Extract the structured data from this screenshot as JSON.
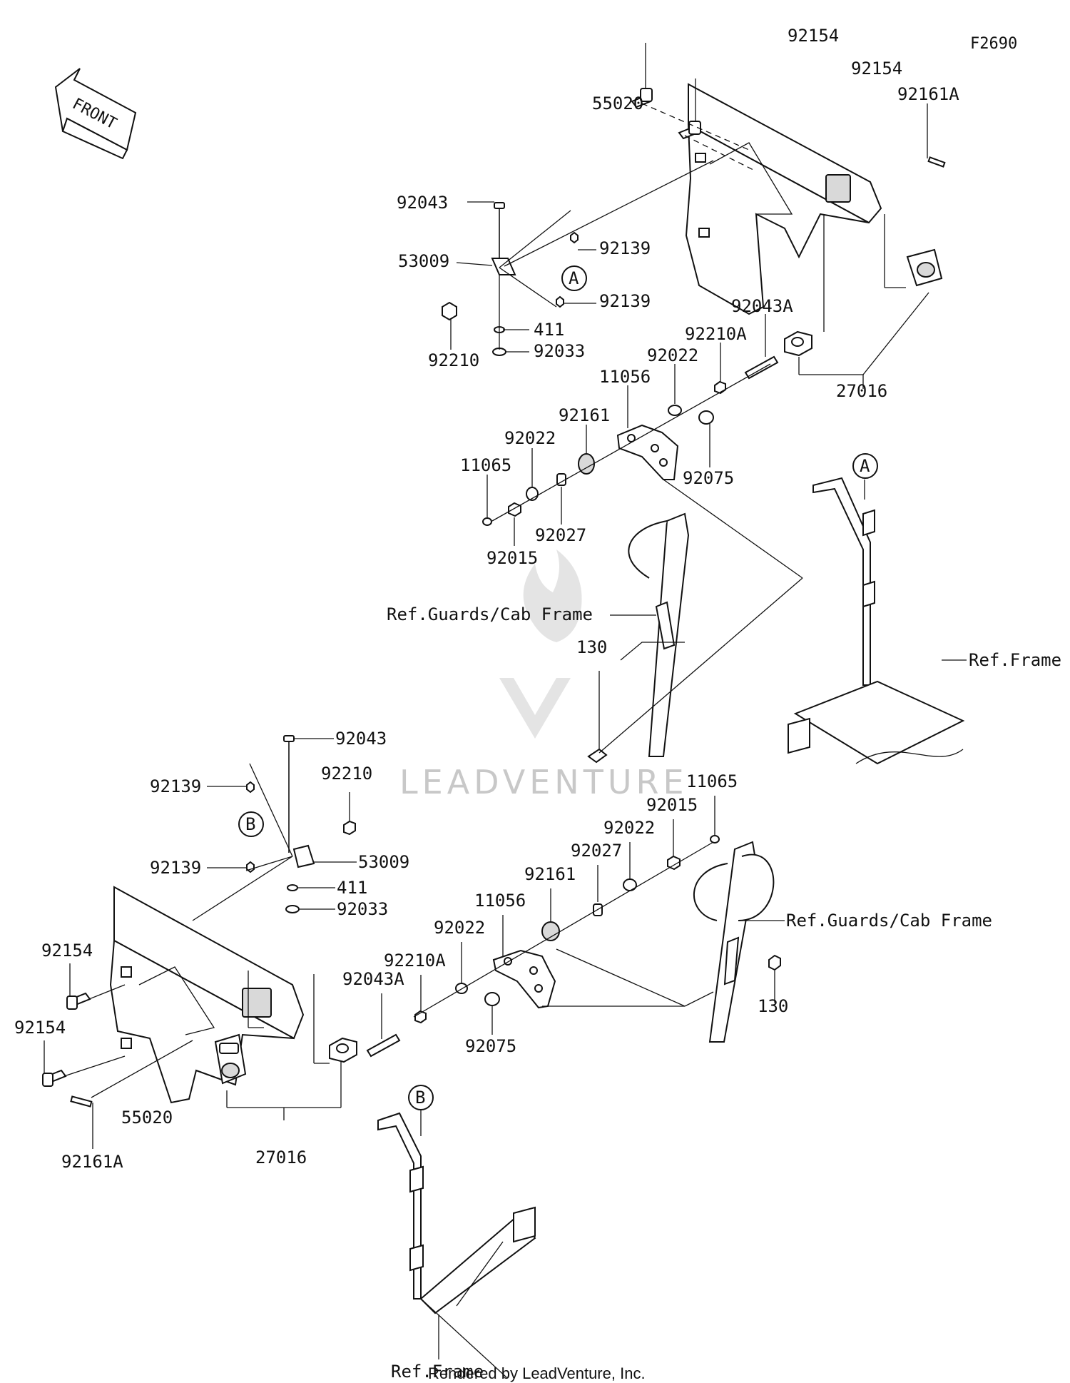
{
  "figure_code": "F2690",
  "front_label": "FRONT",
  "watermark": "LEADVENTURE",
  "credit": "Rendered by LeadVenture, Inc.",
  "refs": {
    "A": "A",
    "B": "B"
  },
  "upper_assembly": {
    "p92154_a": "92154",
    "p92154_b": "92154",
    "p92161A": "92161A",
    "p55020": "55020",
    "p92043": "92043",
    "p53009": "53009",
    "p92139_a": "92139",
    "p92139_b": "92139",
    "p411": "411",
    "p92033": "92033",
    "p92210": "92210",
    "p92043A": "92043A",
    "p92210A": "92210A",
    "p92022_a": "92022",
    "p11056": "11056",
    "p92161": "92161",
    "p92022_b": "92022",
    "p11065": "11065",
    "p92075": "92075",
    "p92027": "92027",
    "p92015": "92015",
    "p27016": "27016",
    "ref_guards": "Ref.Guards/Cab Frame",
    "p130": "130",
    "ref_frame": "Ref.Frame"
  },
  "lower_assembly": {
    "p92043": "92043",
    "p92139_a": "92139",
    "p92210": "92210",
    "p53009": "53009",
    "p92139_b": "92139",
    "p411": "411",
    "p92033": "92033",
    "p11065": "11065",
    "p92015": "92015",
    "p92022_a": "92022",
    "p92027": "92027",
    "p92161": "92161",
    "p11056": "11056",
    "p92022_b": "92022",
    "p92210A": "92210A",
    "p92043A": "92043A",
    "p92075": "92075",
    "p92154_a": "92154",
    "p92154_b": "92154",
    "p55020": "55020",
    "p92161A": "92161A",
    "p27016": "27016",
    "ref_guards": "Ref.Guards/Cab Frame",
    "p130": "130",
    "ref_frame": "Ref.Frame"
  }
}
